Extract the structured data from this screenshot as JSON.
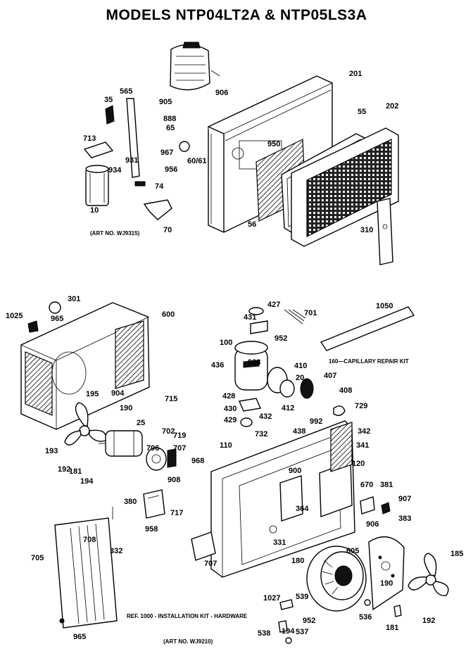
{
  "title": "MODELS NTP04LT2A & NTP05LS3A",
  "notes": {
    "art_no_top": "(ART NO. WJ9315)",
    "art_no_bottom": "(ART NO. WJ9210)",
    "capillary": "160—CAPILLARY REPAIR KIT",
    "installation": "REF. 1000 - INSTALLATION KIT - HARDWARE"
  },
  "callouts": [
    "35",
    "565",
    "888",
    "65",
    "713",
    "967",
    "931",
    "934",
    "956",
    "10",
    "74",
    "70",
    "905",
    "906",
    "201",
    "55",
    "202",
    "950",
    "60/61",
    "56",
    "310",
    "301",
    "1025",
    "965",
    "600",
    "427",
    "431",
    "701",
    "1050",
    "952",
    "100",
    "436",
    "938",
    "410",
    "20",
    "407",
    "408",
    "428",
    "430",
    "432",
    "412",
    "729",
    "429",
    "992",
    "190",
    "25",
    "702",
    "719",
    "707",
    "193",
    "715",
    "195",
    "904",
    "342",
    "341",
    "120",
    "192",
    "181",
    "194",
    "732",
    "438",
    "110",
    "968",
    "900",
    "670",
    "381",
    "364",
    "906",
    "383",
    "907",
    "380",
    "717",
    "958",
    "908",
    "706",
    "705",
    "332",
    "331",
    "707",
    "605",
    "180",
    "185",
    "190",
    "708",
    "965",
    "1027",
    "539",
    "952",
    "537",
    "538",
    "536",
    "181",
    "192",
    "194"
  ]
}
